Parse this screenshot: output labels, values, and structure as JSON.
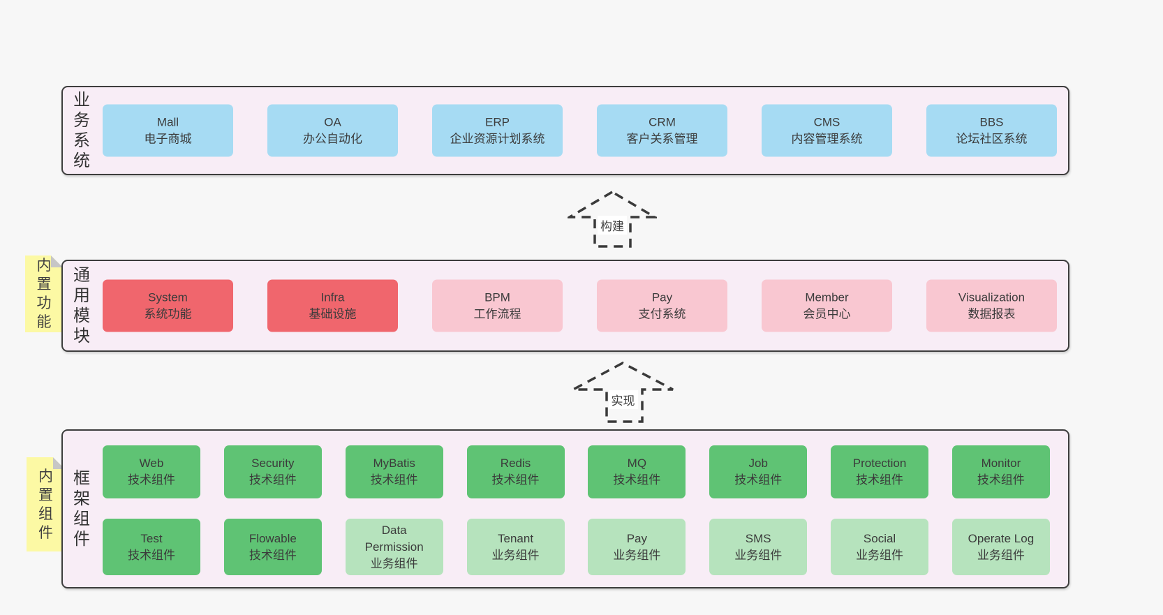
{
  "colors": {
    "background": "#f7f7f7",
    "panel": "#f8edf6",
    "panel_border": "#3d3d3d",
    "blue": "#a6dbf3",
    "red": "#f0666d",
    "pink": "#f9c7d1",
    "green": "#5fc374",
    "lightgreen": "#b6e3bd",
    "yellow": "#fcf9a4",
    "note_fold": "#c6c6c6",
    "text": "#3b3b3b"
  },
  "arrows": [
    {
      "label": "构建"
    },
    {
      "label": "实现"
    }
  ],
  "sections": [
    {
      "title": "业\n务\n系\n统",
      "boxes": [
        {
          "title": "Mall",
          "subtitle": "电子商城",
          "variant": "blue"
        },
        {
          "title": "OA",
          "subtitle": "办公自动化",
          "variant": "blue"
        },
        {
          "title": "ERP",
          "subtitle": "企业资源计划系统",
          "variant": "blue"
        },
        {
          "title": "CRM",
          "subtitle": "客户关系管理",
          "variant": "blue"
        },
        {
          "title": "CMS",
          "subtitle": "内容管理系统",
          "variant": "blue"
        },
        {
          "title": "BBS",
          "subtitle": "论坛社区系统",
          "variant": "blue"
        }
      ]
    },
    {
      "title": "通\n用\n模\n块",
      "note": "内\n置\n功\n能",
      "boxes": [
        {
          "title": "System",
          "subtitle": "系统功能",
          "variant": "red"
        },
        {
          "title": "Infra",
          "subtitle": "基础设施",
          "variant": "red"
        },
        {
          "title": "BPM",
          "subtitle": "工作流程",
          "variant": "pink"
        },
        {
          "title": "Pay",
          "subtitle": "支付系统",
          "variant": "pink"
        },
        {
          "title": "Member",
          "subtitle": "会员中心",
          "variant": "pink"
        },
        {
          "title": "Visualization",
          "subtitle": "数据报表",
          "variant": "pink"
        }
      ]
    },
    {
      "title": "框\n架\n组\n件",
      "note": "内\n置\n组\n件",
      "rows": [
        [
          {
            "title": "Web",
            "subtitle": "技术组件",
            "variant": "green"
          },
          {
            "title": "Security",
            "subtitle": "技术组件",
            "variant": "green"
          },
          {
            "title": "MyBatis",
            "subtitle": "技术组件",
            "variant": "green"
          },
          {
            "title": "Redis",
            "subtitle": "技术组件",
            "variant": "green"
          },
          {
            "title": "MQ",
            "subtitle": "技术组件",
            "variant": "green"
          },
          {
            "title": "Job",
            "subtitle": "技术组件",
            "variant": "green"
          },
          {
            "title": "Protection",
            "subtitle": "技术组件",
            "variant": "green"
          },
          {
            "title": "Monitor",
            "subtitle": "技术组件",
            "variant": "green"
          }
        ],
        [
          {
            "title": "Test",
            "subtitle": "技术组件",
            "variant": "green"
          },
          {
            "title": "Flowable",
            "subtitle": "技术组件",
            "variant": "green"
          },
          {
            "title": "Data Permission",
            "subtitle": "业务组件",
            "variant": "lightgreen"
          },
          {
            "title": "Tenant",
            "subtitle": "业务组件",
            "variant": "lightgreen"
          },
          {
            "title": "Pay",
            "subtitle": "业务组件",
            "variant": "lightgreen"
          },
          {
            "title": "SMS",
            "subtitle": "业务组件",
            "variant": "lightgreen"
          },
          {
            "title": "Social",
            "subtitle": "业务组件",
            "variant": "lightgreen"
          },
          {
            "title": "Operate Log",
            "subtitle": "业务组件",
            "variant": "lightgreen"
          }
        ]
      ]
    }
  ]
}
